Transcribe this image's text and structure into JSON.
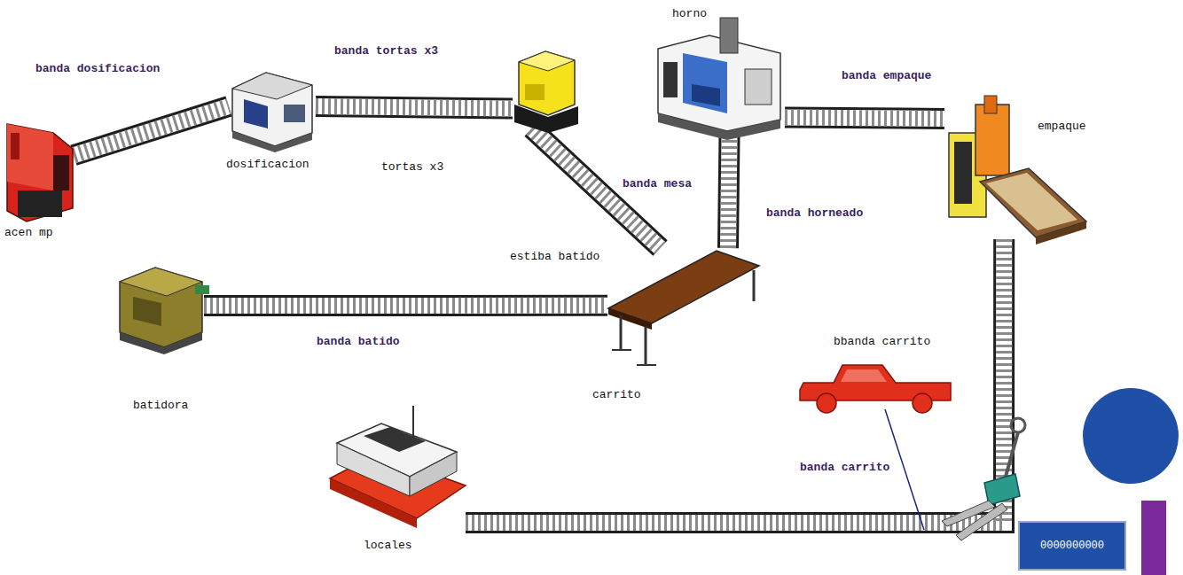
{
  "diagram": {
    "nodes": [
      {
        "text": [
          "acen mp"
        ]
      },
      {
        "text": [
          "dosificacion"
        ]
      },
      {
        "text": [
          "tortas x3"
        ]
      },
      {
        "text": [
          "horno"
        ]
      },
      {
        "text": [
          "empaque"
        ]
      },
      {
        "text": [
          "batidora"
        ]
      },
      {
        "text": [
          "estiba batido",
          "carrito"
        ]
      },
      {
        "text": [
          "bbanda carrito"
        ]
      },
      {
        "text": [
          "locales"
        ]
      },
      {
        "text": [
          "0000000000"
        ]
      }
    ],
    "edges": [
      {
        "from": 0,
        "to": 1,
        "label": "banda dosificacion",
        "arrow": "none"
      },
      {
        "from": 1,
        "to": 2,
        "label": "banda tortas x3",
        "arrow": "none"
      },
      {
        "from": 2,
        "to": 6,
        "label": "banda mesa",
        "arrow": "none"
      },
      {
        "from": 5,
        "to": 6,
        "label": "banda batido",
        "arrow": "none"
      },
      {
        "from": 6,
        "to": 3,
        "label": "banda horneado",
        "arrow": "none"
      },
      {
        "from": 3,
        "to": 4,
        "label": "banda empaque",
        "arrow": "none"
      },
      {
        "from": 4,
        "to": 8,
        "label": "banda carrito",
        "arrow": "none"
      }
    ]
  }
}
